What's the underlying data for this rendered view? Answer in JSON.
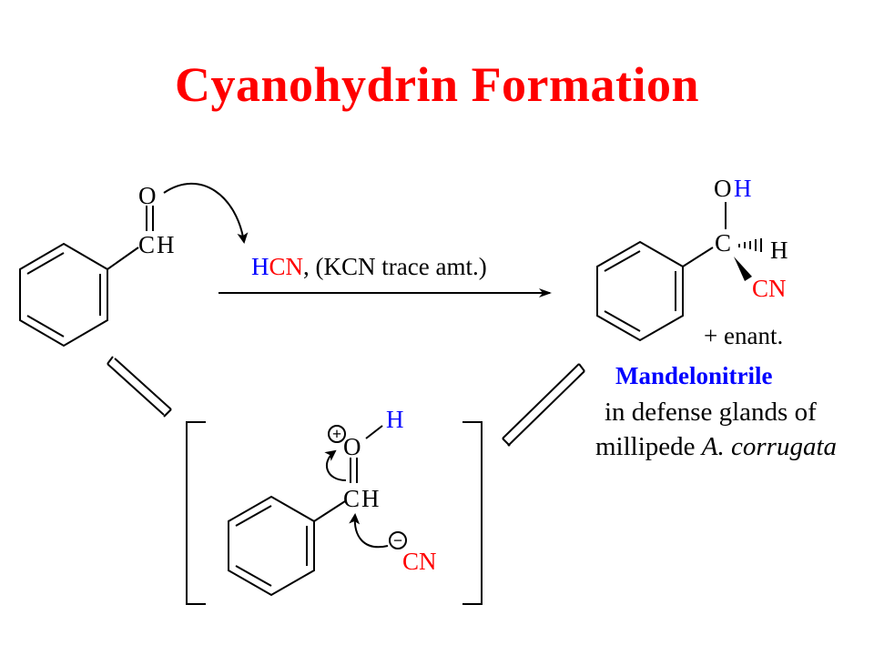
{
  "title": "Cyanohydrin Formation",
  "colors": {
    "title": "#ff0000",
    "blue": "#0000ff",
    "red": "#ff0000",
    "black": "#000000"
  },
  "reactant": {
    "atom_o": "O",
    "atom_c": "C",
    "atom_h": "H"
  },
  "reagent": {
    "hcn_h": "H",
    "hcn_cn": "CN",
    "rest": ", (KCN trace amt.)"
  },
  "product": {
    "atom_o": "O",
    "atom_h_oh": "H",
    "atom_c": "C",
    "atom_h": "H",
    "cn": "CN",
    "enant": "+  enant.",
    "name": "Mandelonitrile",
    "desc1": "in defense glands of",
    "desc2_prefix": "millipede ",
    "desc2_species": "A. corrugata"
  },
  "intermediate": {
    "plus_sign": "+",
    "atom_o": "O",
    "atom_h_oh": "H",
    "atom_c": "C",
    "atom_h": "H",
    "minus_sign": "−",
    "cn": "CN"
  }
}
